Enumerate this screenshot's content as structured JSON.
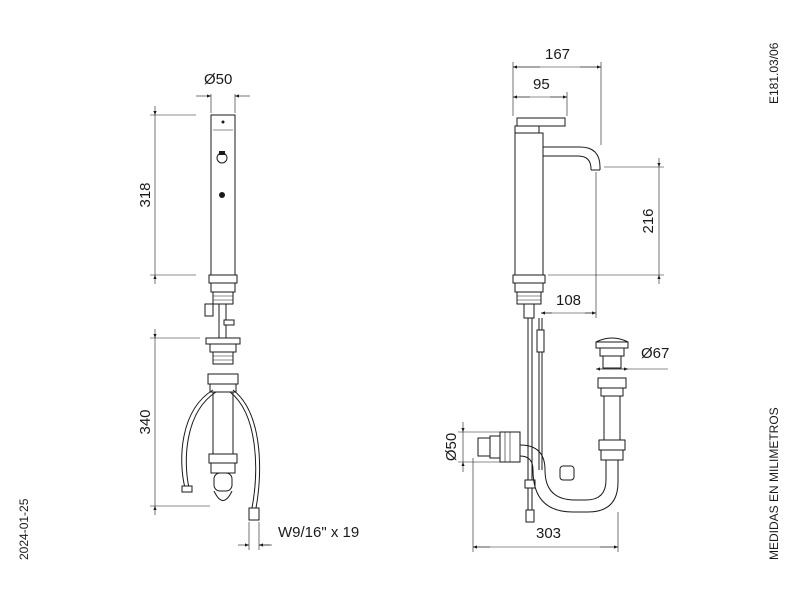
{
  "side_texts": {
    "reference": "E181.03/06",
    "date": "2024-01-25",
    "units_note": "MEDIDAS EN MILIMETROS"
  },
  "front_view": {
    "diameter_top": "Ø50",
    "height_body": "318",
    "height_drain": "340",
    "hose_connection": "W9/16\" x 19"
  },
  "side_view": {
    "reach_total": "167",
    "handle_reach": "95",
    "spout_height": "216",
    "spout_offset": "108",
    "drain_diameter": "Ø67",
    "trap_diameter": "Ø50",
    "trap_length": "303"
  }
}
